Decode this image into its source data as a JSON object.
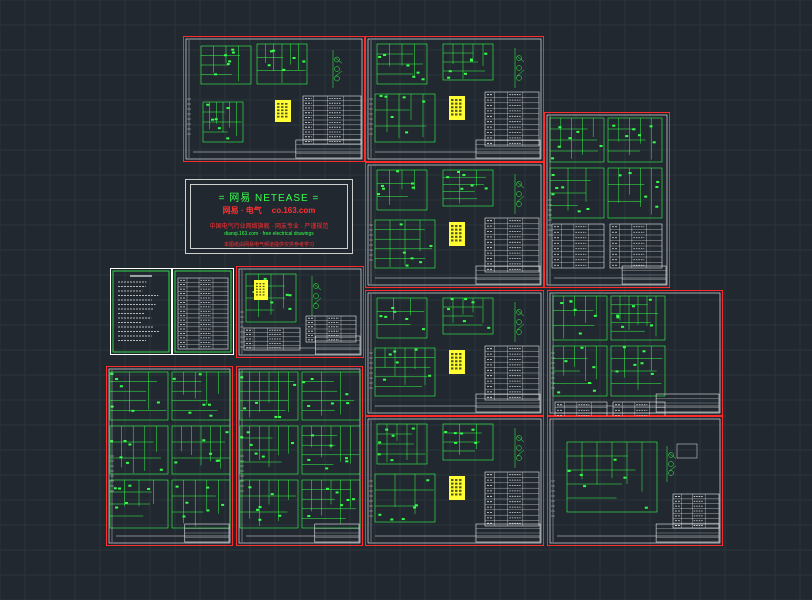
{
  "canvas": {
    "background": "#212830",
    "grid_color": "#2c333c",
    "frame_color_outer": "#ff2a2a",
    "frame_color_inner": "#ffffff",
    "line_color": "#35ff4a",
    "highlight_color": "#ffff33",
    "table_color": "#e8e8e8"
  },
  "banner": {
    "title": "= 网易 NETEASE =",
    "line2_left": "网易 · 电气",
    "line2_right": "co.163.com",
    "line3": "中国电气行业网络旗舰 · 网友专业 · 严谨规范",
    "line4": "dianqi.163.com · free electrical drawings",
    "line5": "本图纸由网易电气频道提供仅供参考学习"
  },
  "sheets": [
    {
      "id": "sheet-1",
      "kind": "schematic",
      "layout": "a"
    },
    {
      "id": "sheet-2",
      "kind": "schematic",
      "layout": "b"
    },
    {
      "id": "sheet-3",
      "kind": "schematic",
      "layout": "b"
    },
    {
      "id": "sheet-4",
      "kind": "schematic",
      "layout": "c"
    },
    {
      "id": "sheet-5",
      "kind": "notes",
      "layout": "notes"
    },
    {
      "id": "sheet-6",
      "kind": "notes",
      "layout": "table"
    },
    {
      "id": "sheet-7",
      "kind": "schematic",
      "layout": "d"
    },
    {
      "id": "sheet-8",
      "kind": "schematic",
      "layout": "b"
    },
    {
      "id": "sheet-9",
      "kind": "schematic",
      "layout": "c"
    },
    {
      "id": "sheet-10",
      "kind": "schematic",
      "layout": "e"
    },
    {
      "id": "sheet-11",
      "kind": "schematic",
      "layout": "e"
    },
    {
      "id": "sheet-12",
      "kind": "schematic",
      "layout": "b"
    },
    {
      "id": "sheet-13",
      "kind": "schematic",
      "layout": "f"
    }
  ]
}
